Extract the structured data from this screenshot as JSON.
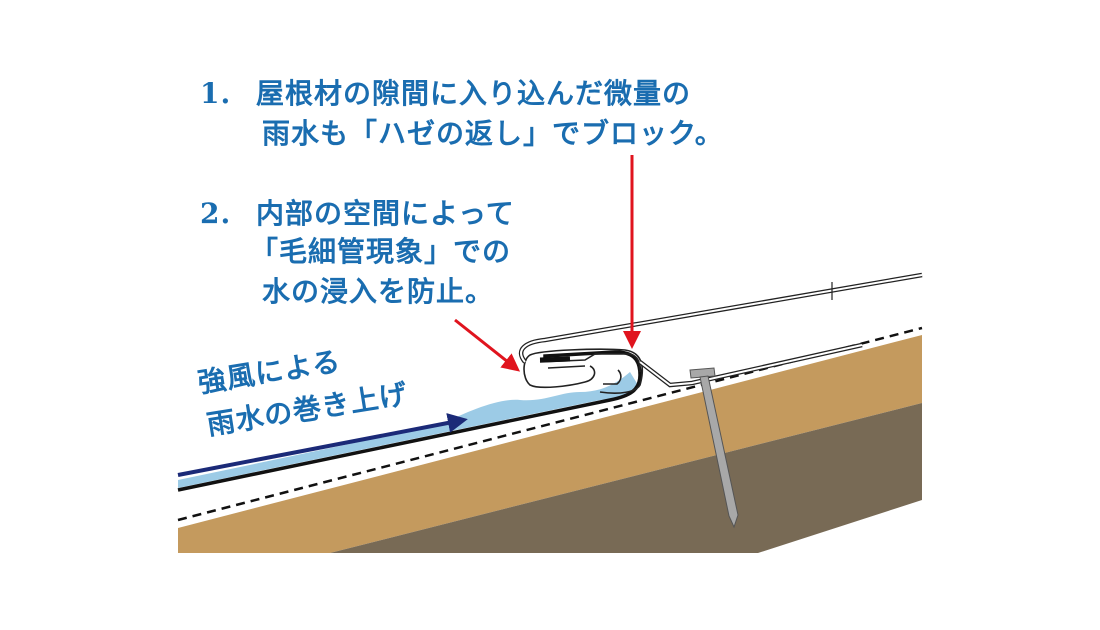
{
  "colors": {
    "text": "#1a6db0",
    "arrow_red": "#e0141e",
    "wind_arrow": "#1b2a78",
    "water": "#9ccbe6",
    "wood": "#c49a5e",
    "substrate": "#786a55",
    "nail": "#a8a8a8"
  },
  "callouts": [
    {
      "number": "1.",
      "lines": [
        "屋根材の隙間に入り込んだ微量の",
        "雨水も「ハゼの返し」でブロック。"
      ]
    },
    {
      "number": "2.",
      "lines": [
        "内部の空間によって",
        "「毛細管現象」での",
        "水の浸入を防止。"
      ]
    }
  ],
  "wind_label": [
    "強風による",
    "雨水の巻き上げ"
  ]
}
